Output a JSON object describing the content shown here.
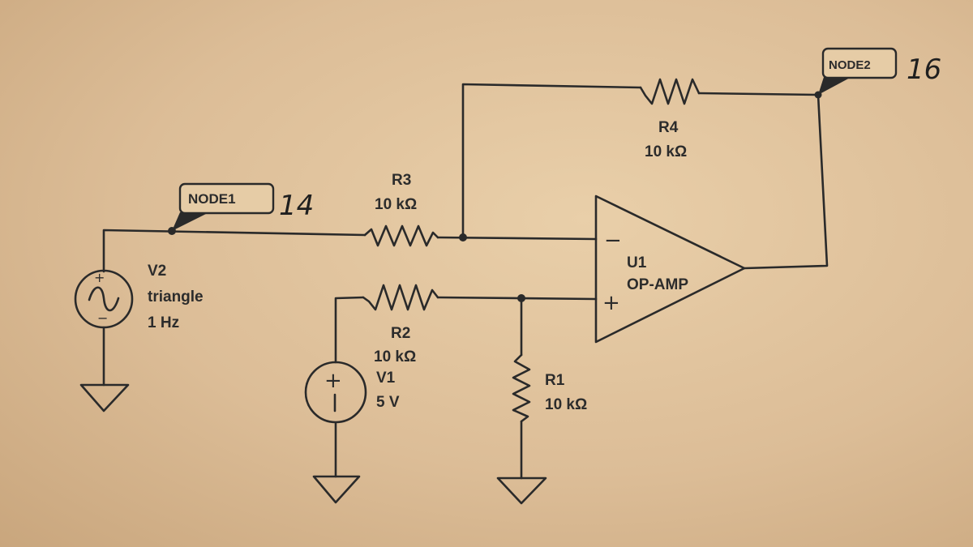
{
  "nodes": {
    "node1": {
      "label": "NODE1",
      "annotation": "14"
    },
    "node2": {
      "label": "NODE2",
      "annotation": "16"
    }
  },
  "components": {
    "v2": {
      "name": "V2",
      "type": "triangle",
      "freq": "1 Hz"
    },
    "v1": {
      "name": "V1",
      "value": "5 V"
    },
    "r1": {
      "name": "R1",
      "value": "10 kΩ"
    },
    "r2": {
      "name": "R2",
      "value": "10 kΩ"
    },
    "r3": {
      "name": "R3",
      "value": "10 kΩ"
    },
    "r4": {
      "name": "R4",
      "value": "10 kΩ"
    },
    "u1": {
      "name": "U1",
      "type": "OP-AMP",
      "minus": "−",
      "plus": "+"
    }
  },
  "symbols": {
    "source_plus": "+",
    "source_minus": "−",
    "battery_plus": "+"
  }
}
